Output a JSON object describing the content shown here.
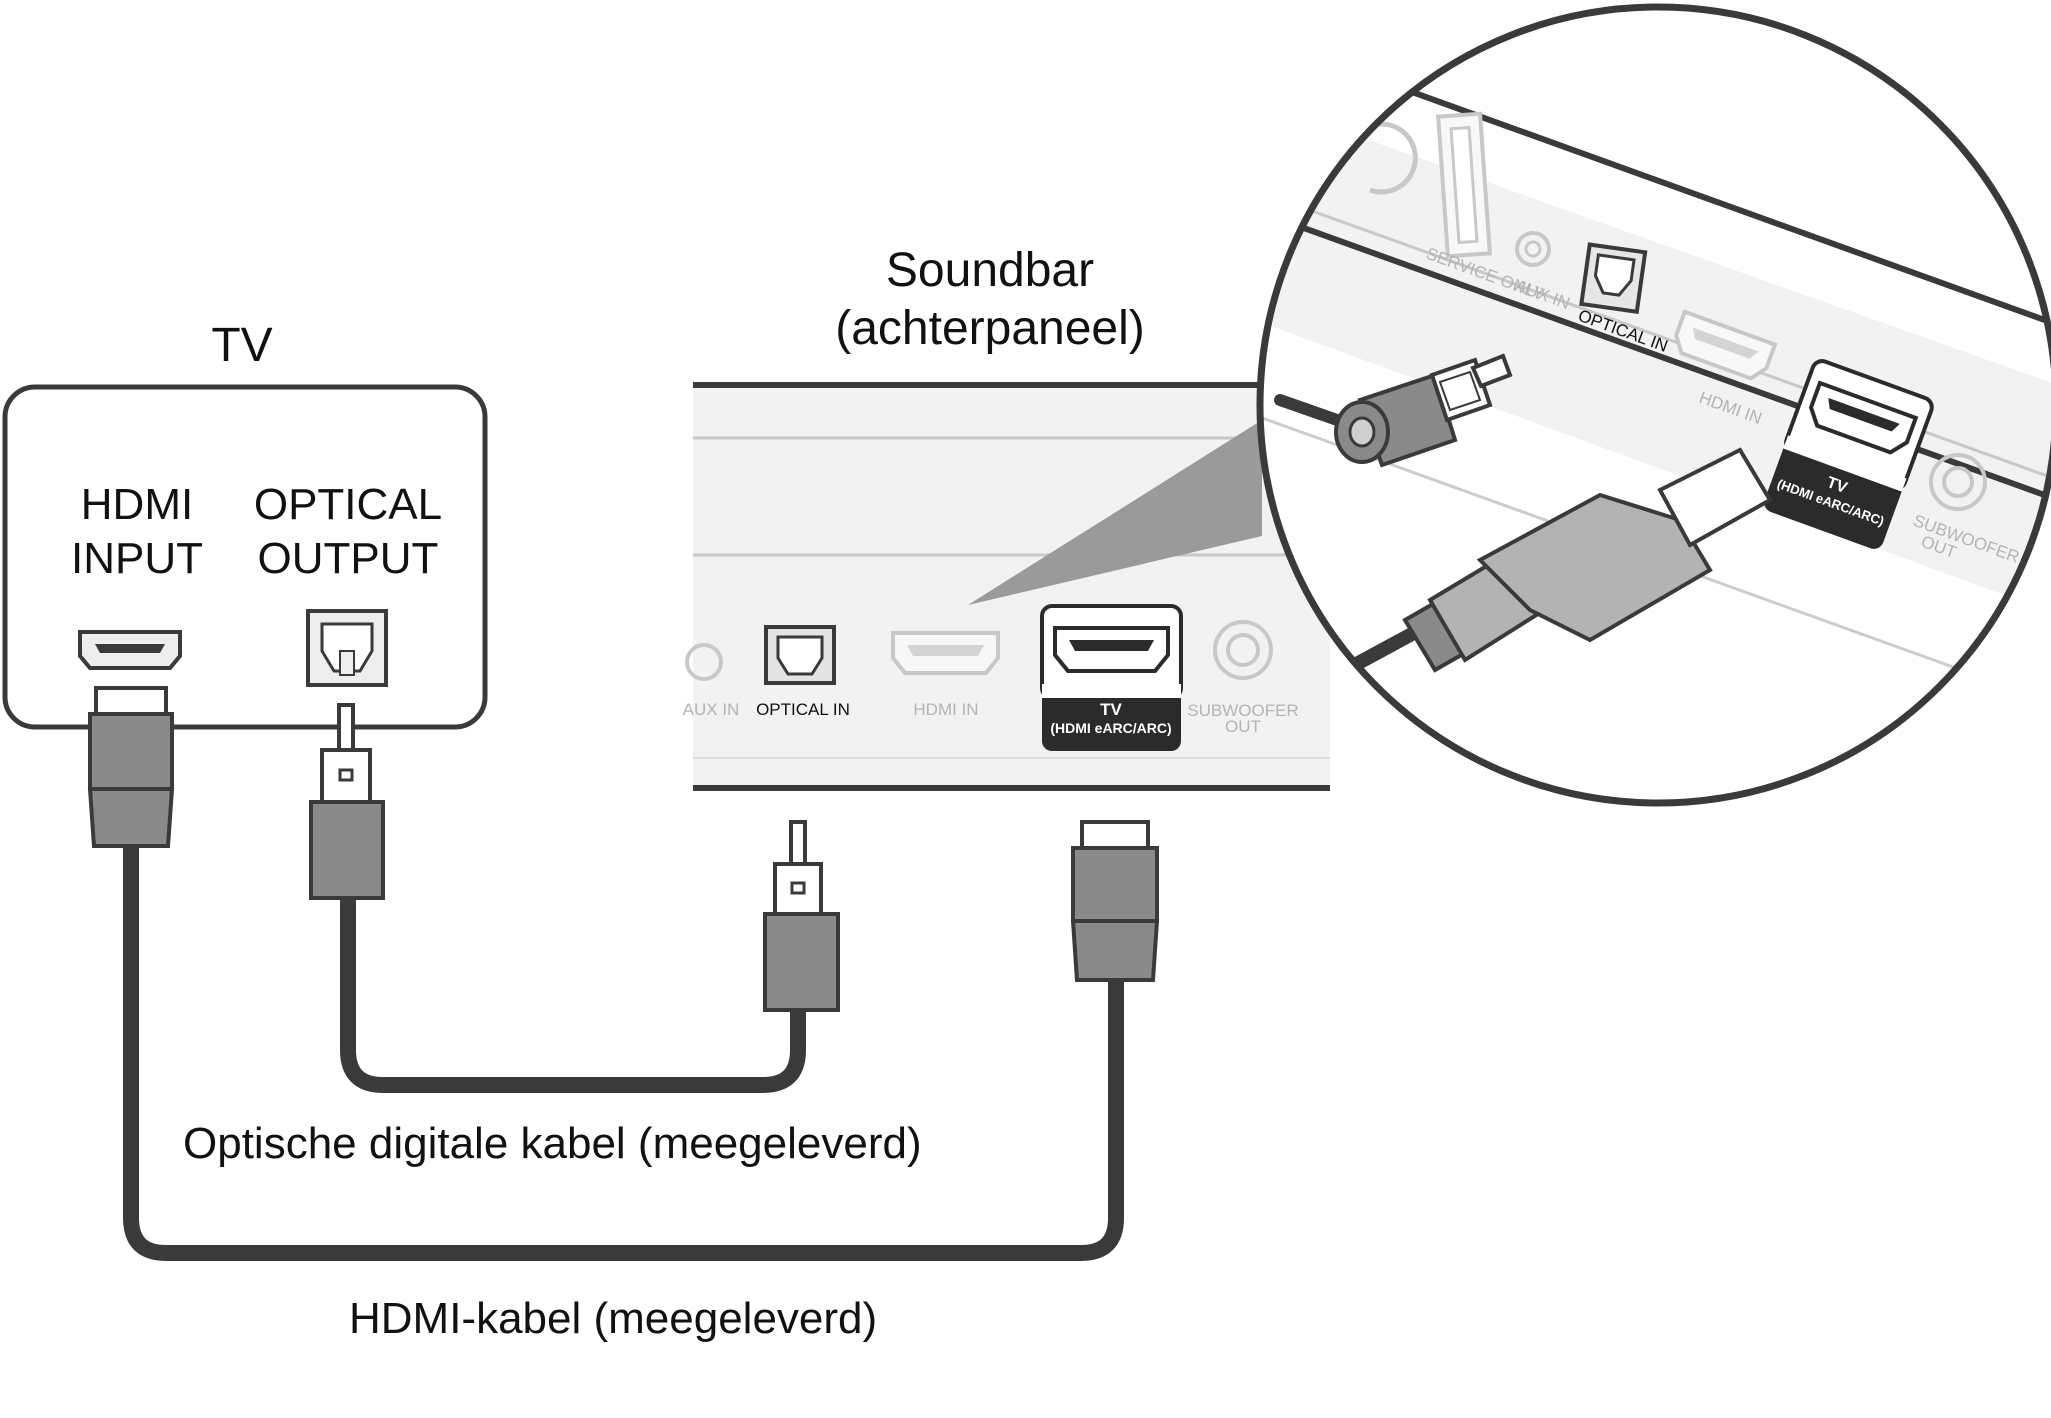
{
  "tv": {
    "title": "TV",
    "hdmi_label_line1": "HDMI",
    "hdmi_label_line2": "INPUT",
    "optical_label_line1": "OPTICAL",
    "optical_label_line2": "OUTPUT"
  },
  "soundbar": {
    "title_line1": "Soundbar",
    "title_line2": "(achterpaneel)",
    "ports": {
      "aux_in": "AUX IN",
      "optical_in": "OPTICAL IN",
      "hdmi_in": "HDMI IN",
      "tv_line1": "TV",
      "tv_line2": "(HDMI eARC/ARC)",
      "subwoofer_line1": "SUBWOOFER",
      "subwoofer_line2": "OUT"
    }
  },
  "zoom": {
    "service_only": "SERVICE ONLY",
    "aux_in": "AUX IN",
    "optical_in": "OPTICAL IN",
    "hdmi_in": "HDMI IN",
    "tv_line1": "TV",
    "tv_line2": "(HDMI eARC/ARC)",
    "subwoofer_line1": "SUBWOOFER",
    "subwoofer_line2": "OUT"
  },
  "cables": {
    "optical": "Optische digitale kabel (meegeleverd)",
    "hdmi": "HDMI-kabel (meegeleverd)"
  },
  "colors": {
    "ink": "#3a3a3a",
    "connector": "#8a8a8a",
    "panel": "#f2f2f2",
    "badge": "#2b2b2b"
  }
}
